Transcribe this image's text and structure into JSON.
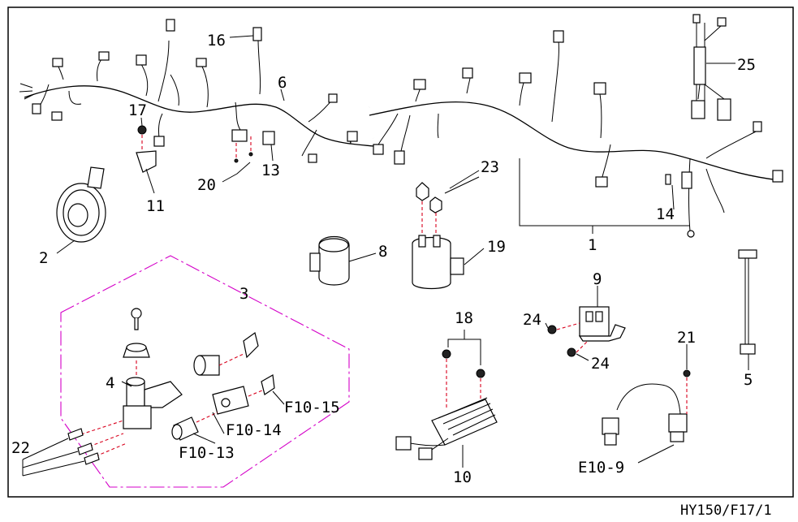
{
  "callouts": {
    "p1": "1",
    "p2": "2",
    "p3": "3",
    "p4": "4",
    "p5": "5",
    "p6": "6",
    "p8": "8",
    "p9": "9",
    "p10": "10",
    "p11": "11",
    "p13": "13",
    "p14": "14",
    "p16": "16",
    "p17": "17",
    "p18": "18",
    "p19": "19",
    "p20": "20",
    "p21": "21",
    "p22": "22",
    "p23": "23",
    "p24a": "24",
    "p24b": "24",
    "p25": "25",
    "f1013": "F10-13",
    "f1014": "F10-14",
    "f1015": "F10-15",
    "e109": "E10-9"
  },
  "footer": {
    "code": "HY150/F17/1"
  },
  "colors": {
    "line": "#000000",
    "fastener_axis": "#d8001c",
    "assembly_boundary": "#d400c8"
  }
}
